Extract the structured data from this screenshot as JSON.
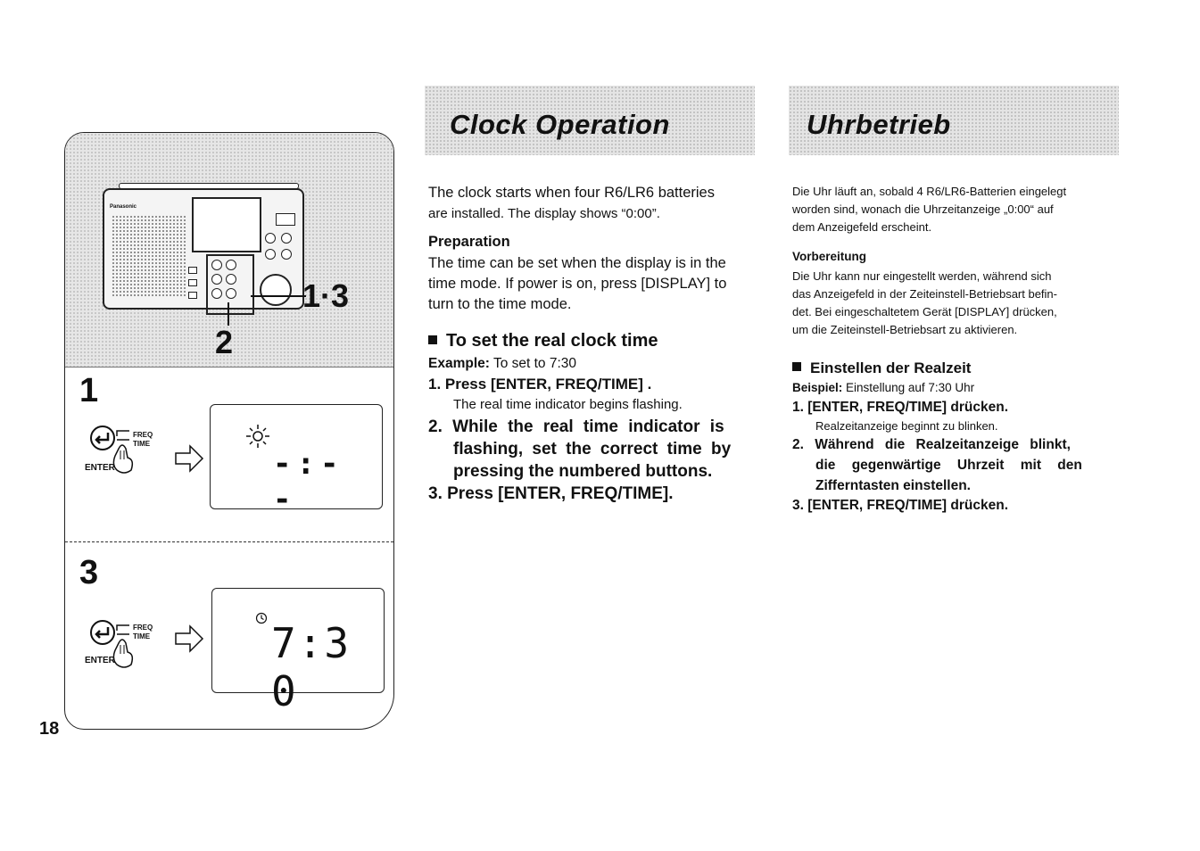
{
  "illustration": {
    "brand": "Panasonic",
    "callout_1_3": "1·3",
    "callout_2": "2",
    "step_1": "1",
    "step_3": "3",
    "freq_label": "FREQ",
    "time_label": "TIME",
    "enter_label": "ENTER",
    "display_step1": "-:- -",
    "display_step3": "7:3 0"
  },
  "page_number": "18",
  "english": {
    "title": "Clock Operation",
    "intro_line1": "The clock starts when four R6/LR6 batteries",
    "intro_line2": "are installed. The display shows “0:00”.",
    "prep_heading": "Preparation",
    "prep_line1": "The time can be set when the display is in the",
    "prep_line2": "time mode. If power is on, press [DISPLAY] to",
    "prep_line3": "turn to the time mode.",
    "section_heading": "To set the real clock time",
    "example_label": "Example:",
    "example_text": "To set to 7:30",
    "step1": "1.  Press [ENTER, FREQ/TIME] .",
    "step1_note": "The real time indicator begins flashing.",
    "step2_line1": "2.  While the real time indicator is",
    "step2_line2": "flashing, set the correct time by",
    "step2_line3": "pressing the numbered buttons.",
    "step3": "3.  Press [ENTER, FREQ/TIME]."
  },
  "german": {
    "title": "Uhrbetrieb",
    "intro_line1": "Die Uhr läuft an, sobald 4 R6/LR6-Batterien eingelegt",
    "intro_line2": "worden sind, wonach die Uhrzeitanzeige „0:00“ auf",
    "intro_line3": "dem Anzeigefeld erscheint.",
    "prep_heading": "Vorbereitung",
    "prep_line1": "Die Uhr kann nur eingestellt werden, während sich",
    "prep_line2": "das Anzeigefeld in der Zeiteinstell-Betriebsart befin-",
    "prep_line3": "det. Bei eingeschaltetem Gerät [DISPLAY] drücken,",
    "prep_line4": "um die Zeiteinstell-Betriebsart zu aktivieren.",
    "section_heading": "Einstellen der Realzeit",
    "example_label": "Beispiel:",
    "example_text": "Einstellung auf 7:30 Uhr",
    "step1": "1.  [ENTER, FREQ/TIME] drücken.",
    "step1_note": "Realzeitanzeige beginnt zu blinken.",
    "step2_line1": "2.  Während die Realzeitanzeige blinkt,",
    "step2_line2": "die gegenwärtige Uhrzeit mit den",
    "step2_line3": "Zifferntasten einstellen.",
    "step3": "3.  [ENTER, FREQ/TIME] drücken."
  }
}
